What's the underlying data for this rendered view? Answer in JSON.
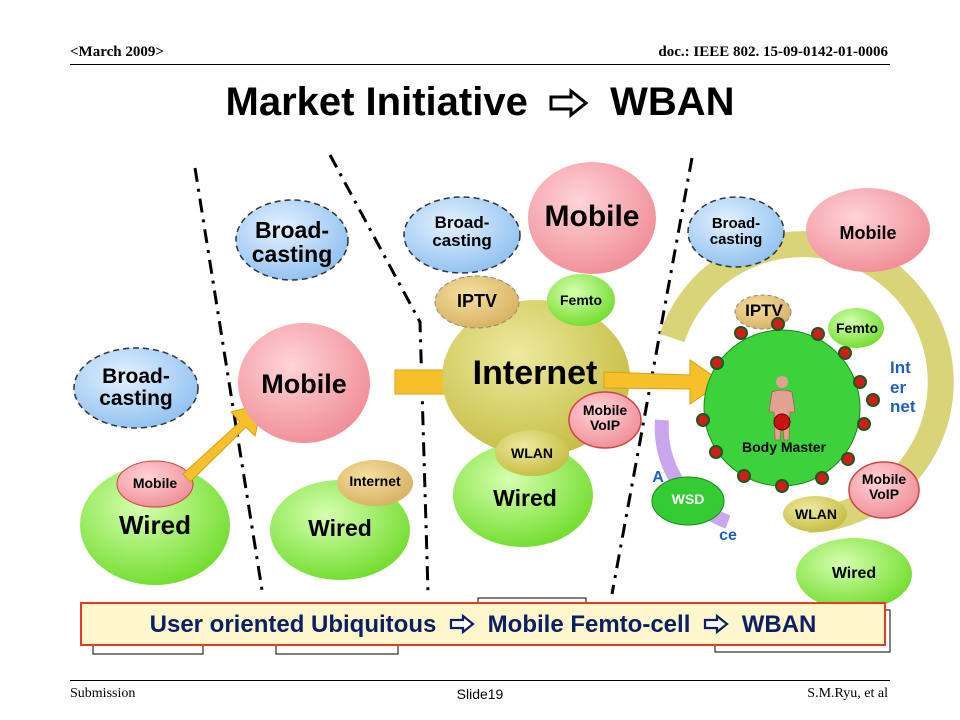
{
  "header": {
    "date": "<March 2009>",
    "doc_id": "doc.: IEEE 802. 15-09-0142-01-0006"
  },
  "slide_title": "Market Initiative",
  "slide_title_tail": "WBAN",
  "stage1": {
    "broadcasting": "Broad-\ncasting",
    "mobile": "Mobile",
    "wired": "Wired"
  },
  "stage2": {
    "broadcasting": "Broad-\ncasting",
    "mobile": "Mobile",
    "internet": "Internet",
    "wired": "Wired"
  },
  "stage3": {
    "broadcasting": "Broad-\ncasting",
    "mobile": "Mobile",
    "iptv": "IPTV",
    "femto": "Femto",
    "internet": "Internet",
    "mobile_voip": "Mobile\nVoIP",
    "wlan": "WLAN",
    "wired": "Wired"
  },
  "stage4": {
    "broadcasting": "Broad-\ncasting",
    "mobile": "Mobile",
    "iptv": "IPTV",
    "femto": "Femto",
    "internet": "Int\ner\nnet",
    "body_master": "Body Master",
    "mobile_voip": "Mobile\nVoIP",
    "wlan": "WLAN",
    "wsd": "WSD",
    "wired": "Wired",
    "arc_a": "A",
    "arc_ce": "ce"
  },
  "banner": {
    "part1": "User oriented Ubiquitous",
    "part2": "Mobile Femto-cell",
    "part3": "WBAN"
  },
  "footer": {
    "submission": "Submission",
    "slide": "Slide19",
    "author": "S.M.Ryu, et al"
  },
  "colors": {
    "mobile_pink": "#f5a0a8",
    "broadcast_blue": "#a9cff5",
    "wired_green": "#99ee55",
    "internet_olive": "#d2cc60",
    "arrow_yellow": "#f6c02a",
    "banner_border": "#e53a2a"
  }
}
